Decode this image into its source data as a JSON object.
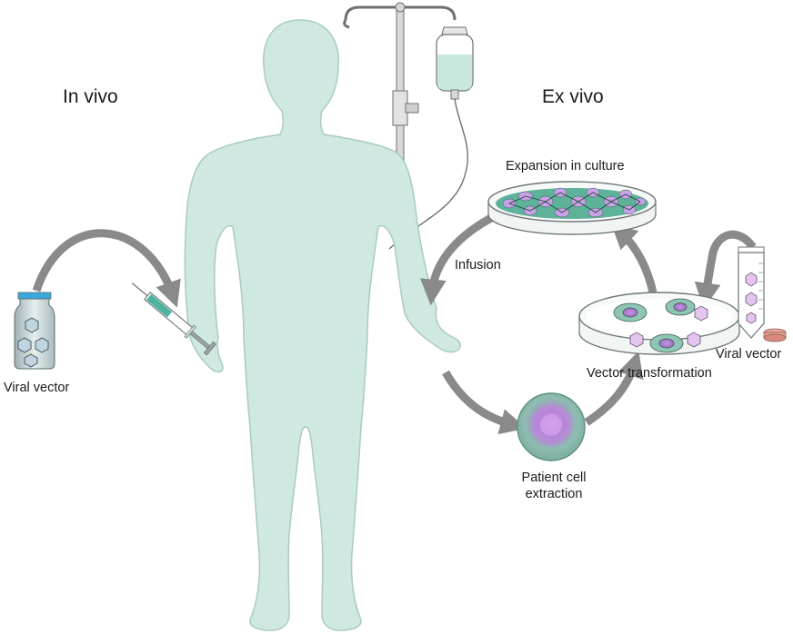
{
  "labels": {
    "in_vivo": "In vivo",
    "ex_vivo": "Ex vivo",
    "viral_vector_left": "Viral vector",
    "viral_vector_right": "Viral vector",
    "expansion": "Expansion in culture",
    "infusion": "Infusion",
    "vector_transformation": "Vector transformation",
    "patient_cell_line1": "Patient cell",
    "patient_cell_line2": "extraction"
  },
  "colors": {
    "body": "#cfe8e1",
    "body_outline": "#a9cbc2",
    "arrow": "#8a8a8a",
    "cell_body": "#8fc5b5",
    "nucleus": "#b57fd0",
    "fluid": "#c8e7dd",
    "metal": "#d8d8d8"
  }
}
